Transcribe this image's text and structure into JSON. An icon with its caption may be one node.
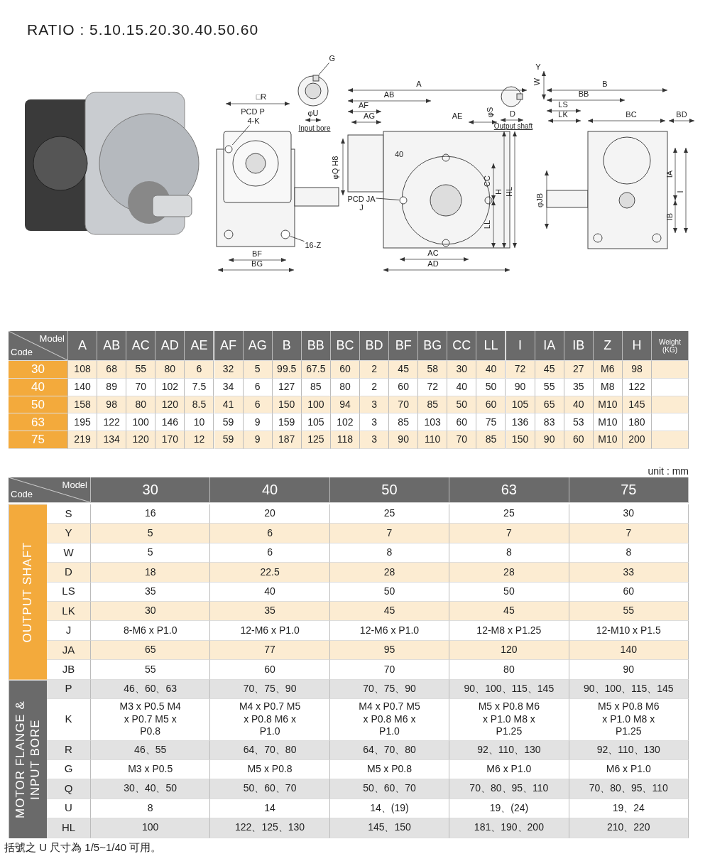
{
  "diagram": {
    "nodes": [
      {
        "text": [
          "4-K"
        ]
      },
      {
        "text": [
          "G"
        ]
      },
      {
        "text": [
          "PCD JA",
          "J"
        ]
      },
      {
        "text": [
          "16-Z"
        ]
      },
      {
        "text": [],
        "shape": "circle"
      },
      {
        "text": [],
        "shape": "box"
      },
      {
        "text": [],
        "shape": "circle"
      },
      {
        "text": [],
        "shape": "circle"
      }
    ],
    "edges": [
      {
        "from": 0,
        "to": 4,
        "arrow": "none"
      },
      {
        "from": 1,
        "to": 5,
        "arrow": "none"
      },
      {
        "from": 2,
        "to": 6,
        "arrow": "none"
      },
      {
        "from": 3,
        "to": 7,
        "arrow": "none"
      }
    ],
    "labels": [
      "RATIO : 5.10.15.20.30.40.50.60",
      "□R",
      "PCD P",
      "BF",
      "BG",
      "φU",
      "Input bore",
      "A",
      "AB",
      "AF",
      "AG",
      "AE",
      "φQ H8",
      "40",
      "CC",
      "LL",
      "H",
      "HL",
      "AC",
      "AD",
      "Y",
      "W",
      "φS",
      "D",
      "Output shaft",
      "B",
      "BB",
      "LS",
      "LK",
      "BC",
      "BD",
      "φJB",
      "IA",
      "I",
      "IB",
      "Model",
      "Code",
      "A",
      "AB",
      "AC",
      "AD",
      "AE",
      "AF",
      "AG",
      "B",
      "BB",
      "BC",
      "BD",
      "BF",
      "BG",
      "CC",
      "LL",
      "I",
      "IA",
      "IB",
      "Z",
      "H",
      "Weight (KG)",
      "30",
      "108",
      "68",
      "55",
      "80",
      "6",
      "32",
      "5",
      "99.5",
      "67.5",
      "60",
      "2",
      "45",
      "58",
      "30",
      "40",
      "72",
      "45",
      "27",
      "M6",
      "98",
      "40",
      "140",
      "89",
      "70",
      "102",
      "7.5",
      "34",
      "6",
      "127",
      "85",
      "80",
      "2",
      "60",
      "72",
      "40",
      "50",
      "90",
      "55",
      "35",
      "M8",
      "122",
      "50",
      "158",
      "98",
      "80",
      "120",
      "8.5",
      "41",
      "6",
      "150",
      "100",
      "94",
      "3",
      "70",
      "85",
      "50",
      "60",
      "105",
      "65",
      "40",
      "M10",
      "145",
      "63",
      "195",
      "122",
      "100",
      "146",
      "10",
      "59",
      "9",
      "159",
      "105",
      "102",
      "3",
      "85",
      "103",
      "60",
      "75",
      "136",
      "83",
      "53",
      "M10",
      "180",
      "75",
      "219",
      "134",
      "120",
      "170",
      "12",
      "59",
      "9",
      "187",
      "125",
      "118",
      "3",
      "90",
      "110",
      "70",
      "85",
      "150",
      "90",
      "60",
      "M10",
      "200",
      "unit : mm",
      "Model",
      "Code",
      "30",
      "40",
      "50",
      "63",
      "75",
      "OUTPUT SHAFT",
      "S",
      "16",
      "20",
      "25",
      "25",
      "30",
      "Y",
      "5",
      "6",
      "7",
      "7",
      "7",
      "W",
      "5",
      "6",
      "8",
      "8",
      "8",
      "D",
      "18",
      "22.5",
      "28",
      "28",
      "33",
      "LS",
      "35",
      "40",
      "50",
      "50",
      "60",
      "LK",
      "30",
      "35",
      "45",
      "45",
      "55",
      "J",
      "8-M6 x P1.0",
      "12-M6 x P1.0",
      "12-M6 x P1.0",
      "12-M8 x P1.25",
      "12-M10 x P1.5",
      "JA",
      "65",
      "77",
      "95",
      "120",
      "140",
      "JB",
      "55",
      "60",
      "70",
      "80",
      "90",
      "MOTOR FLANGE & INPUT BORE",
      "P",
      "46、60、63",
      "70、75、90",
      "70、75、90",
      "90、100、115、145",
      "90、100、115、145",
      "K",
      "M3 x P0.5 M4 x P0.7 M5 x P0.8",
      "M4 x P0.7 M5 x P0.8 M6 x P1.0",
      "M4 x P0.7 M5 x P0.8 M6 x P1.0",
      "M5 x P0.8 M6 x P1.0 M8 x P1.25",
      "M5 x P0.8 M6 x P1.0 M8 x P1.25",
      "R",
      "46、55",
      "64、70、80",
      "64、70、80",
      "92、110、130",
      "92、110、130",
      "G",
      "M3 x P0.5",
      "M5 x P0.8",
      "M5 x P0.8",
      "M6 x P1.0",
      "M6 x P1.0",
      "Q",
      "30、40、50",
      "50、60、70",
      "50、60、70",
      "70、80、95、110",
      "70、80、95、110",
      "U",
      "8",
      "14",
      "14、(19)",
      "19、(24)",
      "19、24",
      "HL",
      "100",
      "122、125、130",
      "145、150",
      "181、190、200",
      "210、220",
      "括號之 U 尺寸為 1/5~1/40 可用。"
    ]
  }
}
